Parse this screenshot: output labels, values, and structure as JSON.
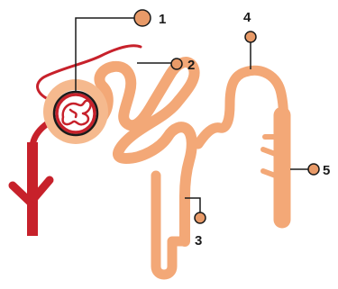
{
  "diagram": {
    "colors": {
      "tubule": "#f3a877",
      "bowman": "#f5b98e",
      "vessel": "#c7212b",
      "glomerulus": "#c7212b",
      "leader": "#1a1a1a",
      "marker": "#e89a68"
    },
    "labels": [
      {
        "id": "label-1",
        "text": "1"
      },
      {
        "id": "label-2",
        "text": "2"
      },
      {
        "id": "label-3",
        "text": "3"
      },
      {
        "id": "label-4",
        "text": "4"
      },
      {
        "id": "label-5",
        "text": "5"
      }
    ]
  }
}
